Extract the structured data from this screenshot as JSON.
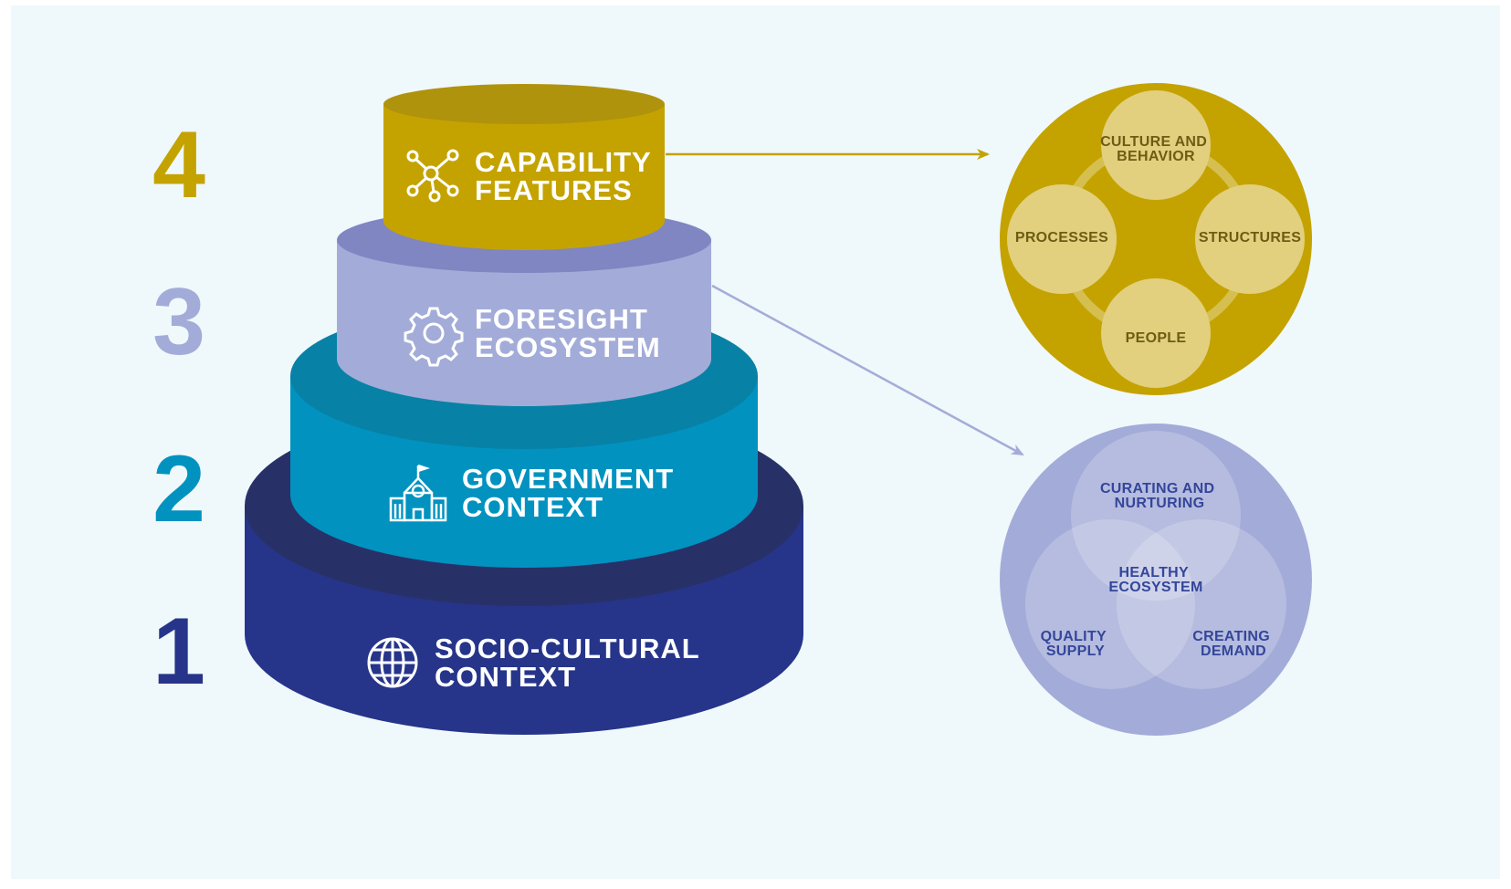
{
  "colors": {
    "background": "#eff8fb",
    "level1": "#26358a",
    "level2": "#0192c0",
    "level3": "#a3acd8",
    "level4": "#c4a300",
    "gold_label_text": "#6e5c14",
    "lavender_label_text": "#34469a"
  },
  "levels": [
    {
      "number": "1",
      "line1": "SOCIO-CULTURAL",
      "line2": "CONTEXT",
      "icon": "globe-icon"
    },
    {
      "number": "2",
      "line1": "GOVERNMENT",
      "line2": "CONTEXT",
      "icon": "government-building-icon"
    },
    {
      "number": "3",
      "line1": "FORESIGHT",
      "line2": "ECOSYSTEM",
      "icon": "gear-icon"
    },
    {
      "number": "4",
      "line1": "CAPABILITY",
      "line2": "FEATURES",
      "icon": "network-nodes-icon"
    }
  ],
  "capability_circle": {
    "items": [
      {
        "line1": "CULTURE AND",
        "line2": "BEHAVIOR"
      },
      {
        "line1": "PROCESSES",
        "line2": ""
      },
      {
        "line1": "STRUCTURES",
        "line2": ""
      },
      {
        "line1": "PEOPLE",
        "line2": ""
      }
    ]
  },
  "ecosystem_circle": {
    "items": [
      {
        "line1": "CURATING AND",
        "line2": "NURTURING"
      },
      {
        "line1": "HEALTHY",
        "line2": "ECOSYSTEM"
      },
      {
        "line1": "QUALITY",
        "line2": "SUPPLY"
      },
      {
        "line1": "CREATING",
        "line2": "DEMAND"
      }
    ]
  }
}
